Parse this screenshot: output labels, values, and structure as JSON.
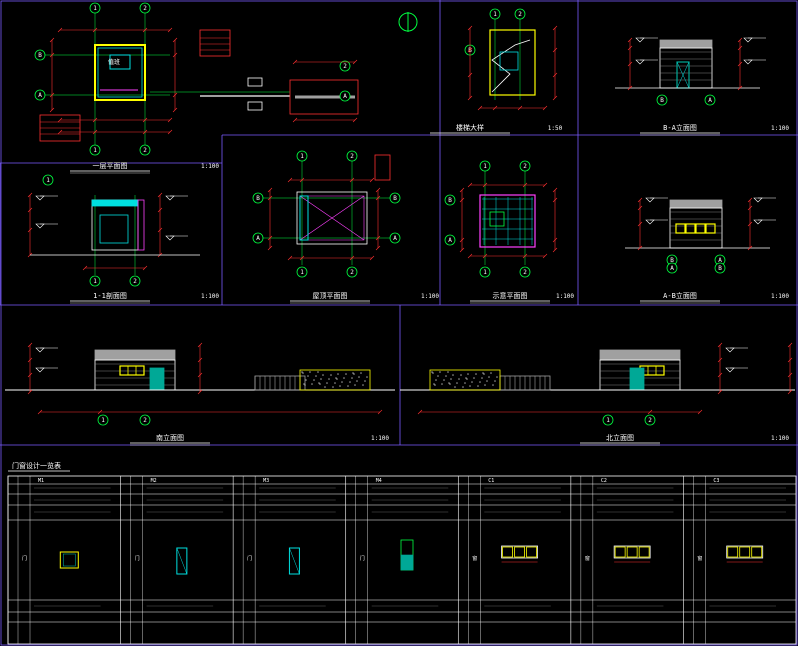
{
  "colors": {
    "background": "#000000",
    "frame": "#7a5cff",
    "axis": "#00ff40",
    "dim": "#ff3030",
    "wall": "#ffff00",
    "text": "#ffffff",
    "cyan": "#00e0e0",
    "magenta": "#ff40ff",
    "teal": "#00a896",
    "gray": "#a0a0a0"
  },
  "axis_labels": [
    "1",
    "2",
    "A",
    "B"
  ],
  "drawings": [
    {
      "id": "first-floor-plan",
      "title": "一层平面图",
      "scale": "1:100"
    },
    {
      "id": "section-1-1",
      "title": "1-1剖面图",
      "scale": "1:100"
    },
    {
      "id": "roof-plan",
      "title": "屋顶平面图",
      "scale": "1:100"
    },
    {
      "id": "lift-plan",
      "title": "示意平面图",
      "scale": "1:100"
    },
    {
      "id": "stair-detail",
      "title": "楼梯大样",
      "scale": "1:50"
    },
    {
      "id": "elevation-b-a",
      "title": "B-A立面图",
      "scale": "1:100"
    },
    {
      "id": "elevation-a-b",
      "title": "A-B立面图",
      "scale": "1:100"
    },
    {
      "id": "south-elevation",
      "title": "南立面图",
      "scale": "1:100"
    },
    {
      "id": "north-elevation",
      "title": "北立面图",
      "scale": "1:100"
    }
  ],
  "door_window_table": {
    "title": "门窗设计一览表",
    "columns": [
      {
        "code": "M1",
        "name": "门"
      },
      {
        "code": "M2",
        "name": "门"
      },
      {
        "code": "M3",
        "name": "门"
      },
      {
        "code": "M4",
        "name": "门"
      },
      {
        "code": "C1",
        "name": "窗"
      },
      {
        "code": "C2",
        "name": "窗"
      },
      {
        "code": "C3",
        "name": "窗"
      }
    ]
  }
}
